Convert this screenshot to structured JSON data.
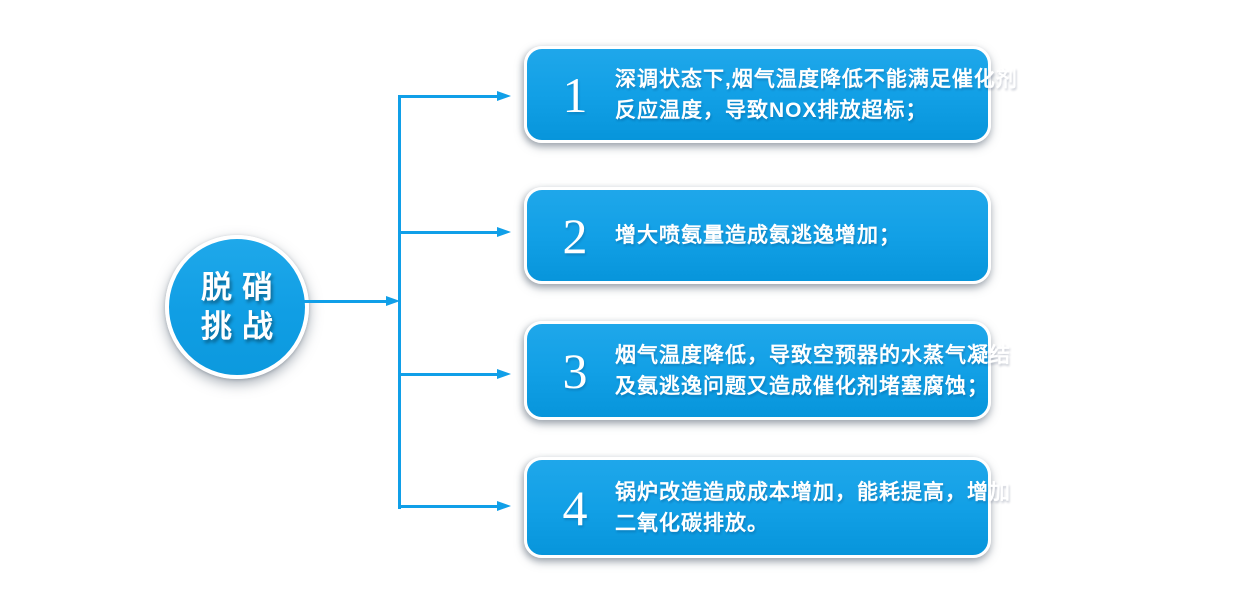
{
  "colors": {
    "connector": "#109fe8",
    "box_gradient_top": "#1fa7ea",
    "box_gradient_bottom": "#0795db",
    "circle_gradient_top": "#1fa8ea",
    "circle_gradient_bottom": "#0c99de",
    "text": "#ffffff",
    "background": "#ffffff"
  },
  "hub": {
    "lines": [
      "脱硝",
      "挑战"
    ]
  },
  "boxes": [
    {
      "number": "1",
      "lines": [
        "深调状态下,烟气温度降低不能满足催化剂",
        "反应温度，导致NOX排放超标；"
      ]
    },
    {
      "number": "2",
      "lines": [
        "增大喷氨量造成氨逃逸增加；"
      ]
    },
    {
      "number": "3",
      "lines": [
        "烟气温度降低，导致空预器的水蒸气凝结",
        "及氨逃逸问题又造成催化剂堵塞腐蚀；"
      ]
    },
    {
      "number": "4",
      "lines": [
        "锅炉改造造成成本增加，能耗提高，增加",
        "二氧化碳排放。"
      ]
    }
  ]
}
